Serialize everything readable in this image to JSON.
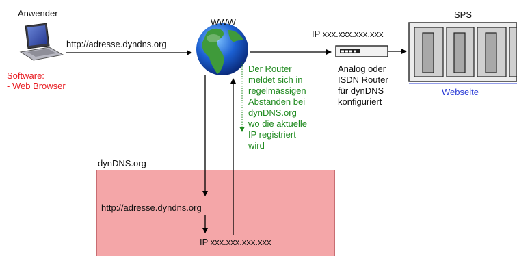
{
  "client": {
    "title": "Anwender",
    "software_label": "Software:",
    "software_item": "- Web Browser"
  },
  "link_label": "http://adresse.dyndns.org",
  "internet": {
    "label": "WWW"
  },
  "router": {
    "ip_label": "IP xxx.xxx.xxx.xxx",
    "description": "Analog oder\nISDN Router\nfür dynDNS\nkonfiguriert"
  },
  "note": "Der Router\nmeldet sich in\nregelmässigen\nAbständen bei\ndynDNS.org\nwo die aktuelle\nIP registriert\nwird",
  "plc": {
    "title": "SPS",
    "caption": "Webseite"
  },
  "dyndns": {
    "title": "dynDNS.org",
    "url": "http://adresse.dyndns.org",
    "ip": "IP xxx.xxx.xxx.xxx"
  },
  "colors": {
    "software": "#e8191f",
    "note": "#1f8a1f",
    "webseite": "#2a3bd6",
    "dyndns_fill": "#f4a6a8"
  }
}
